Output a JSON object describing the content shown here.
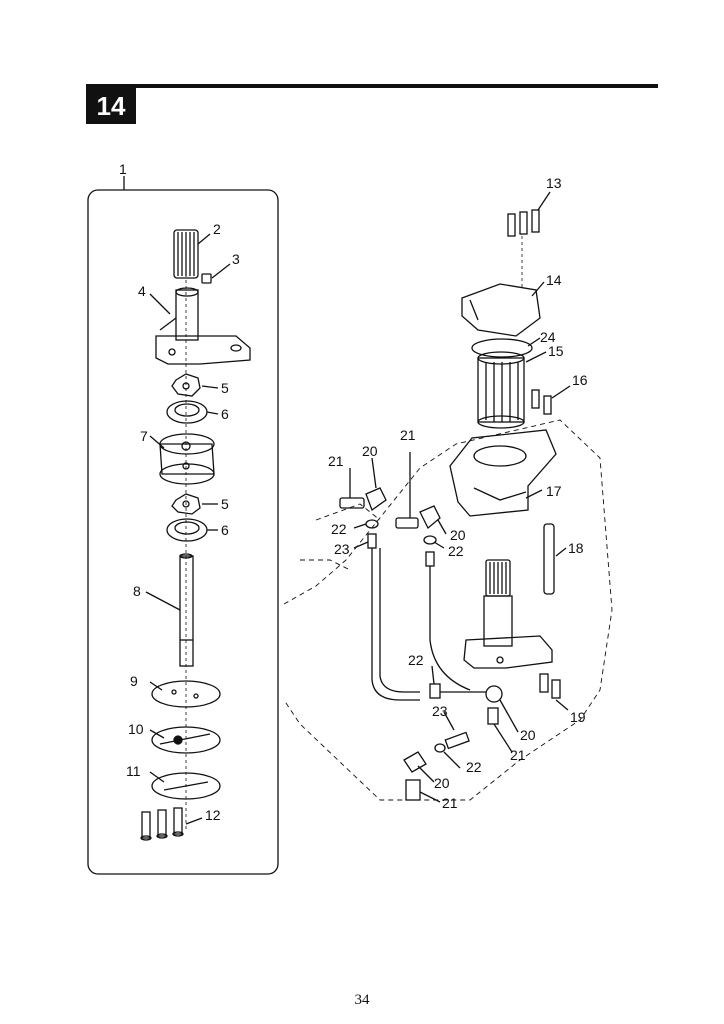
{
  "section": {
    "number": "14"
  },
  "page_number": "34",
  "colors": {
    "ink": "#111111",
    "paper": "#ffffff"
  },
  "callouts": {
    "c1": "1",
    "c2": "2",
    "c3": "3",
    "c4": "4",
    "c5a": "5",
    "c5b": "5",
    "c6a": "6",
    "c6b": "6",
    "c7": "7",
    "c8": "8",
    "c9": "9",
    "c10": "10",
    "c11": "11",
    "c12": "12",
    "c13": "13",
    "c14": "14",
    "c15": "15",
    "c16": "16",
    "c17": "17",
    "c18": "18",
    "c19": "19",
    "c20a": "20",
    "c20b": "20",
    "c20c": "20",
    "c20d": "20",
    "c21a": "21",
    "c21b": "21",
    "c21c": "21",
    "c21d": "21",
    "c22a": "22",
    "c22b": "22",
    "c22c": "22",
    "c22d": "22",
    "c23a": "23",
    "c23b": "23",
    "c24": "24"
  }
}
